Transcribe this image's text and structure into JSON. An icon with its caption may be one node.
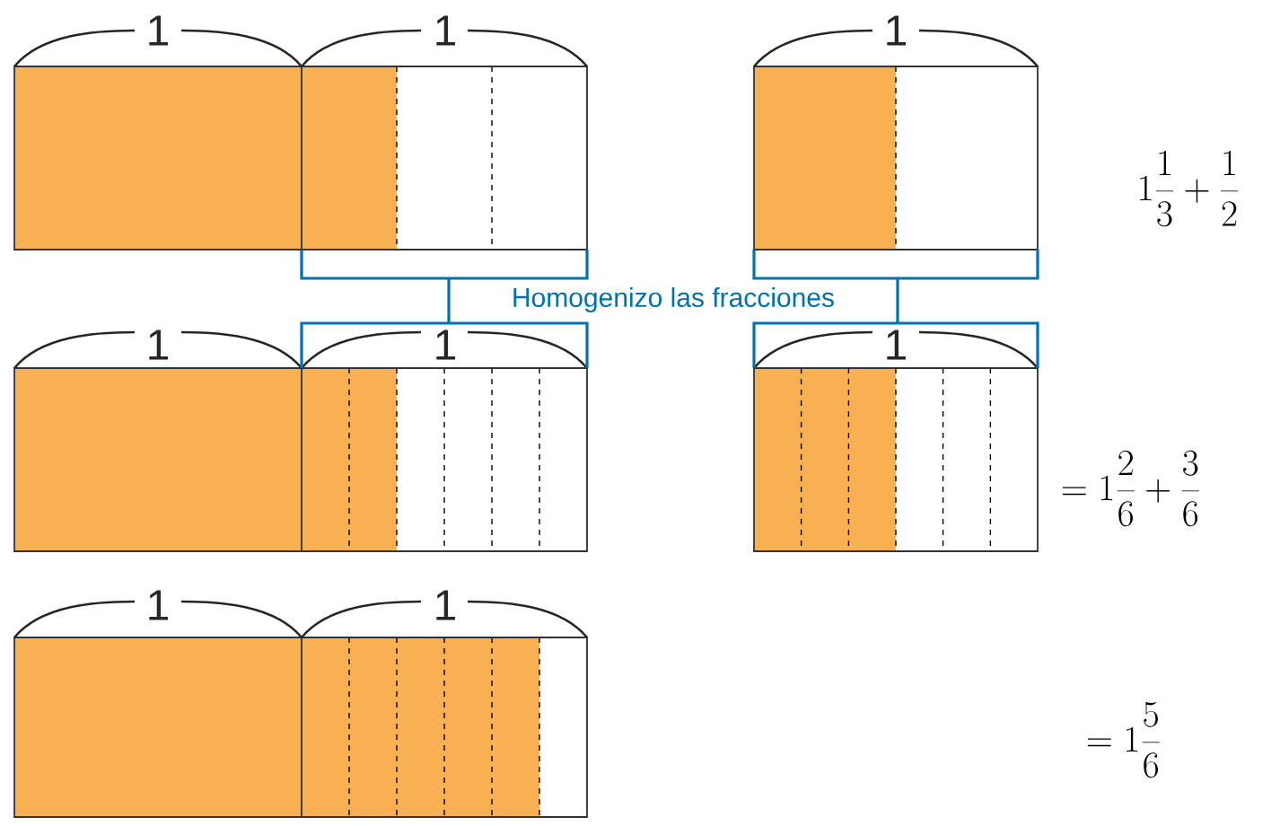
{
  "diagram": {
    "labels": [
      "1",
      "1",
      "1",
      "1\\frac{1}{3}+\\frac{1}{2}",
      "Homogenizo las fracciones",
      "1",
      "1",
      "1",
      "=1\\frac{2}{6}+\\frac{3}{6}",
      "1",
      "1",
      "=1\\frac{5}{6}"
    ]
  }
}
